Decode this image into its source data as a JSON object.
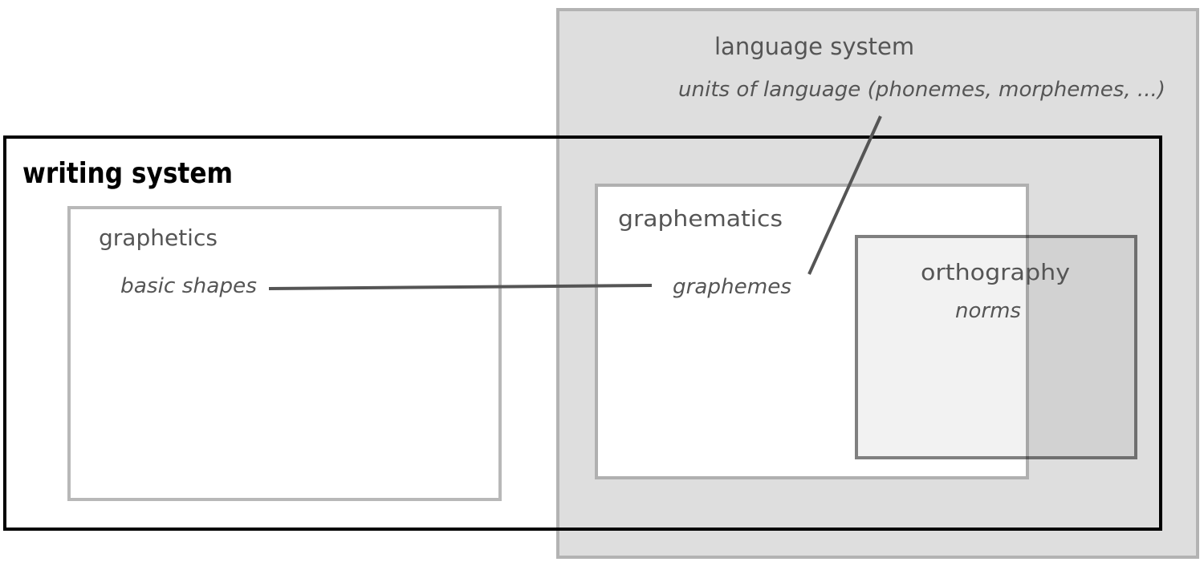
{
  "language_system": {
    "title": "language system",
    "subtitle": "units of language (phonemes, morphemes, ...)"
  },
  "writing_system": {
    "title": "writing system"
  },
  "graphetics": {
    "title": "graphetics",
    "subtitle": "basic shapes"
  },
  "graphematics": {
    "title": "graphematics",
    "subtitle": "graphemes"
  },
  "orthography": {
    "title": "orthography",
    "subtitle": "norms"
  },
  "colors": {
    "language_fill": "#dedede",
    "box_stroke": "#b3b3b3",
    "writing_stroke": "#000000",
    "orthography_stroke": "#808080",
    "connector": "#555555"
  }
}
